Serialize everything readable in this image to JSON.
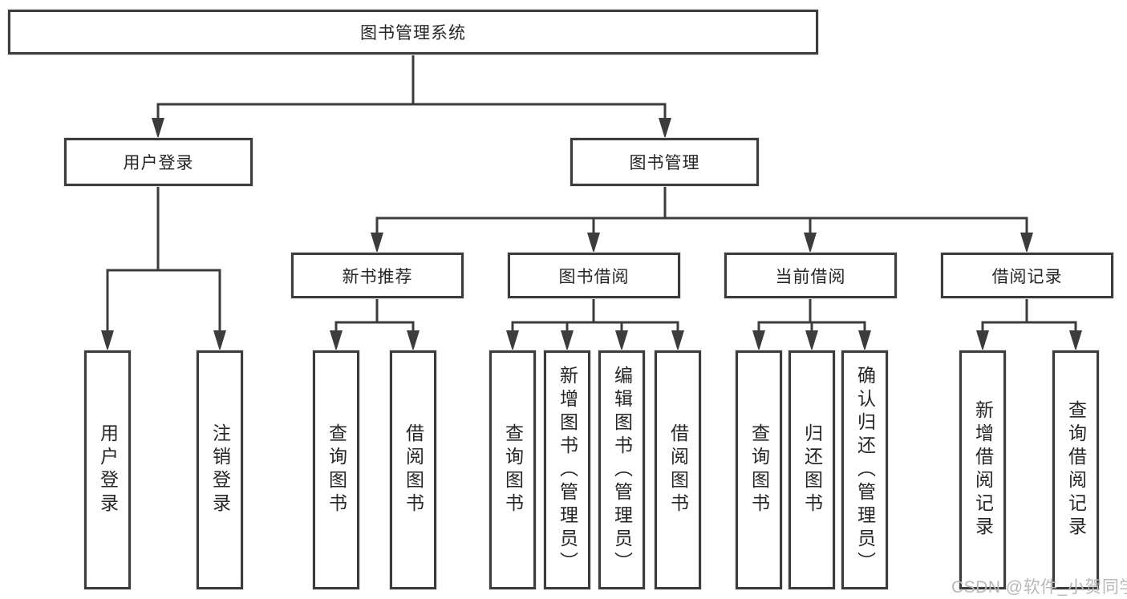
{
  "tree": {
    "label": "图书管理系统",
    "children": [
      {
        "label": "用户登录",
        "children": [
          {
            "label": "用户登录"
          },
          {
            "label": "注销登录"
          }
        ]
      },
      {
        "label": "图书管理",
        "children": [
          {
            "label": "新书推荐",
            "children": [
              {
                "label": "查询图书"
              },
              {
                "label": "借阅图书"
              }
            ]
          },
          {
            "label": "图书借阅",
            "children": [
              {
                "label": "查询图书"
              },
              {
                "label": "新增图书（管理员）"
              },
              {
                "label": "编辑图书（管理员）"
              },
              {
                "label": "借阅图书"
              }
            ]
          },
          {
            "label": "当前借阅",
            "children": [
              {
                "label": "查询图书"
              },
              {
                "label": "归还图书"
              },
              {
                "label": "确认归还（管理员）"
              }
            ]
          },
          {
            "label": "借阅记录",
            "children": [
              {
                "label": "新增借阅记录"
              },
              {
                "label": "查询借阅记录"
              }
            ]
          }
        ]
      }
    ]
  },
  "watermark": {
    "text": "CSDN @软件_小贺同学"
  },
  "colors": {
    "line": "#3c3c3c",
    "text": "#262626",
    "background": "#ffffff",
    "watermark_text": "#b8b8b8"
  }
}
